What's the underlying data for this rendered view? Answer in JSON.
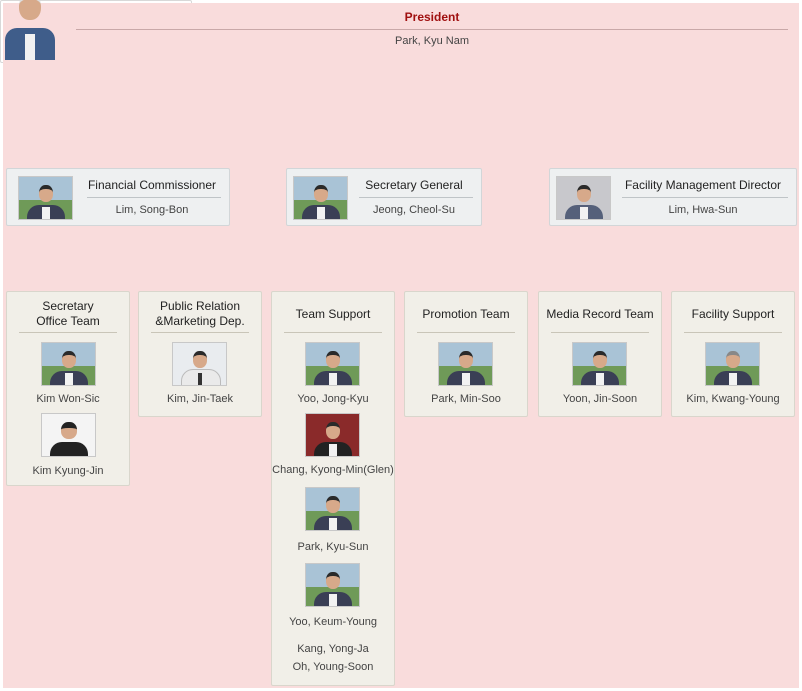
{
  "president": {
    "title": "President",
    "name": "Park, Kyu Nam"
  },
  "level2": [
    {
      "title": "Financial Commissioner",
      "name": "Lim, Song-Bon"
    },
    {
      "title": "Secretary General",
      "name": "Jeong, Cheol-Su"
    },
    {
      "title": "Facility Management Director",
      "name": "Lim, Hwa-Sun"
    }
  ],
  "teams": [
    {
      "title_line1": "Secretary",
      "title_line2": "Office Team",
      "members": [
        "Kim Won-Sic",
        "Kim Kyung-Jin"
      ]
    },
    {
      "title_line1": "Public Relation",
      "title_line2": "&Marketing Dep.",
      "members": [
        "Kim, Jin-Taek"
      ]
    },
    {
      "title": "Team Support",
      "members": [
        "Yoo, Jong-Kyu",
        "Chang, Kyong-Min(Glen)",
        "Park, Kyu-Sun",
        "Yoo, Keum-Young"
      ],
      "extra_members": [
        "Kang, Yong-Ja",
        "Oh, Young-Soon"
      ]
    },
    {
      "title": "Promotion Team",
      "members": [
        "Park, Min-Soo"
      ]
    },
    {
      "title": "Media Record Team",
      "members": [
        "Yoon, Jin-Soon"
      ]
    },
    {
      "title": "Facility Support",
      "members": [
        "Kim, Kwang-Young"
      ]
    }
  ],
  "colors": {
    "president_bg": "#f9dcdc",
    "president_title": "#a01010",
    "level2_bg": "#eef0f1",
    "team_bg": "#f1efe8",
    "line": "#e4e4e4"
  }
}
